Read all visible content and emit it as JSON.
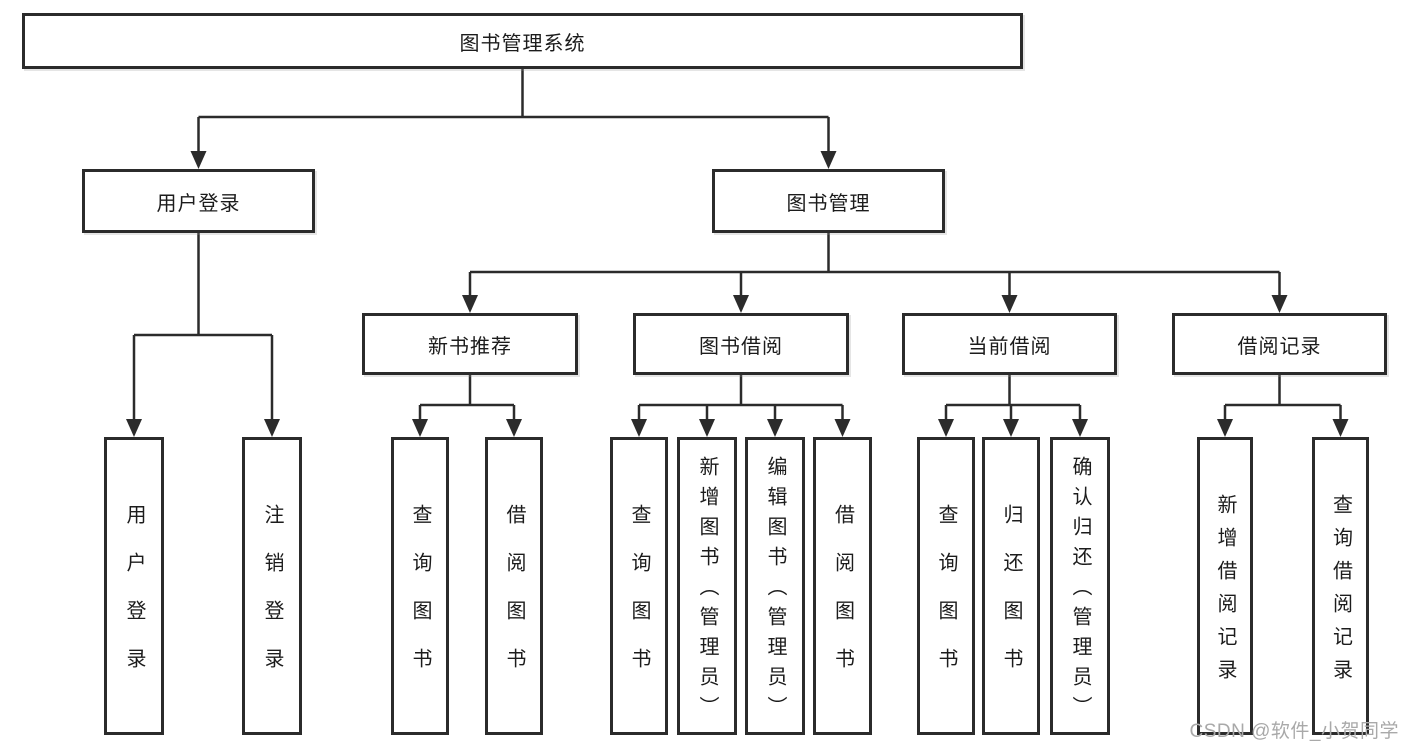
{
  "tree": {
    "label": "图书管理系统",
    "children": [
      {
        "label": "用户登录",
        "children": [
          {
            "label": "用户登录"
          },
          {
            "label": "注销登录"
          }
        ]
      },
      {
        "label": "图书管理",
        "children": [
          {
            "label": "新书推荐",
            "children": [
              {
                "label": "查询图书"
              },
              {
                "label": "借阅图书"
              }
            ]
          },
          {
            "label": "图书借阅",
            "children": [
              {
                "label": "查询图书"
              },
              {
                "label": "新增图书（管理员）"
              },
              {
                "label": "编辑图书（管理员）"
              },
              {
                "label": "借阅图书"
              }
            ]
          },
          {
            "label": "当前借阅",
            "children": [
              {
                "label": "查询图书"
              },
              {
                "label": "归还图书"
              },
              {
                "label": "确认归还（管理员）"
              }
            ]
          },
          {
            "label": "借阅记录",
            "children": [
              {
                "label": "新增借阅记录"
              },
              {
                "label": "查询借阅记录"
              }
            ]
          }
        ]
      }
    ]
  },
  "watermark": {
    "text": "CSDN @软件_小贺同学"
  },
  "colors": {
    "line": "#2b2b2b",
    "text": "#1c1c1c",
    "watermark": "#a9a9a9"
  }
}
